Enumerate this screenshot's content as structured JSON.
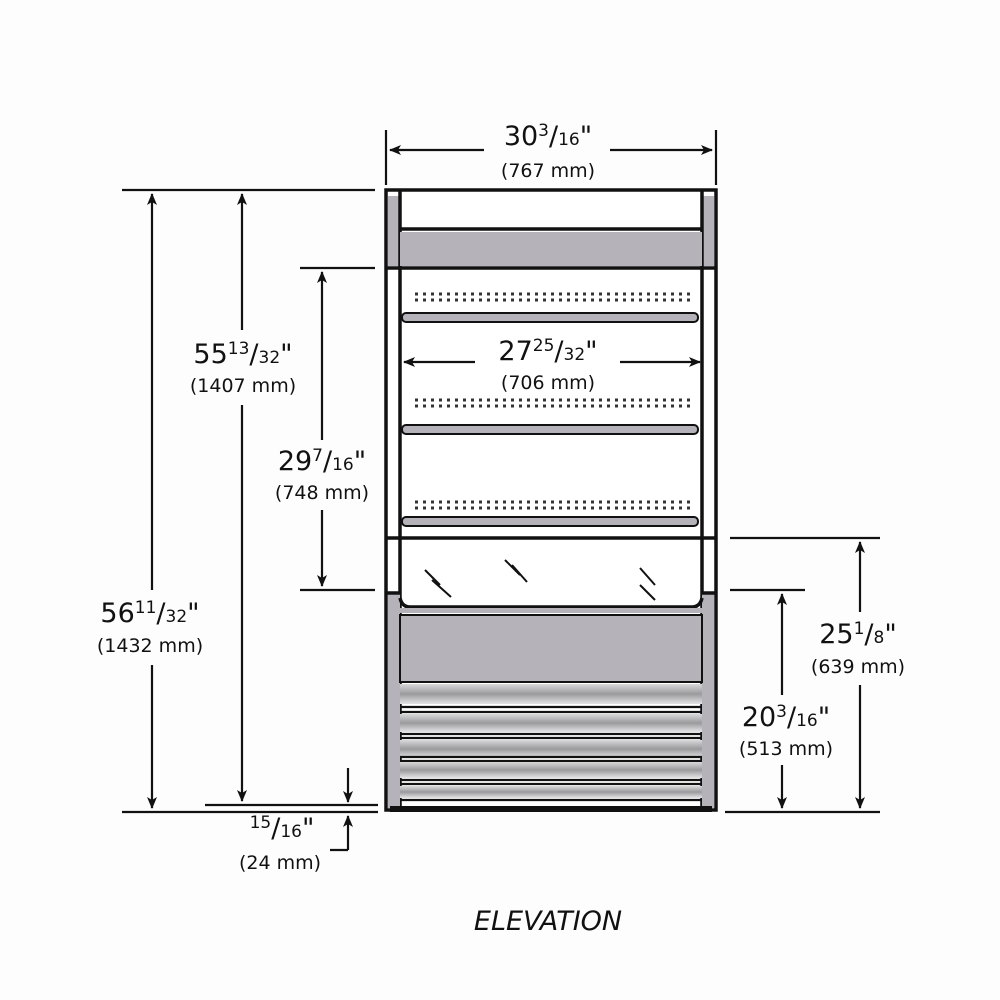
{
  "title": "ELEVATION",
  "colors": {
    "panel": "#b5b2ba",
    "line": "#111111",
    "louver": "#9a9a9c"
  },
  "dimensions": {
    "overall_width": {
      "whole": "30",
      "num": "3",
      "den": "16",
      "unit": "\"",
      "mm": "(767 mm)"
    },
    "interior_width": {
      "whole": "27",
      "num": "25",
      "den": "32",
      "unit": "\"",
      "mm": "(706 mm)"
    },
    "overall_height": {
      "whole": "56",
      "num": "11",
      "den": "32",
      "unit": "\"",
      "mm": "(1432 mm)"
    },
    "body_height": {
      "whole": "55",
      "num": "13",
      "den": "32",
      "unit": "\"",
      "mm": "(1407 mm)"
    },
    "display_opening": {
      "whole": "29",
      "num": "7",
      "den": "16",
      "unit": "\"",
      "mm": "(748 mm)"
    },
    "base_height": {
      "whole": "",
      "num": "15",
      "den": "16",
      "unit": "\"",
      "mm": "(24 mm)"
    },
    "deck_height": {
      "whole": "25",
      "num": "1",
      "den": "8",
      "unit": "\"",
      "mm": "(639 mm)"
    },
    "front_height": {
      "whole": "20",
      "num": "3",
      "den": "16",
      "unit": "\"",
      "mm": "(513 mm)"
    }
  }
}
